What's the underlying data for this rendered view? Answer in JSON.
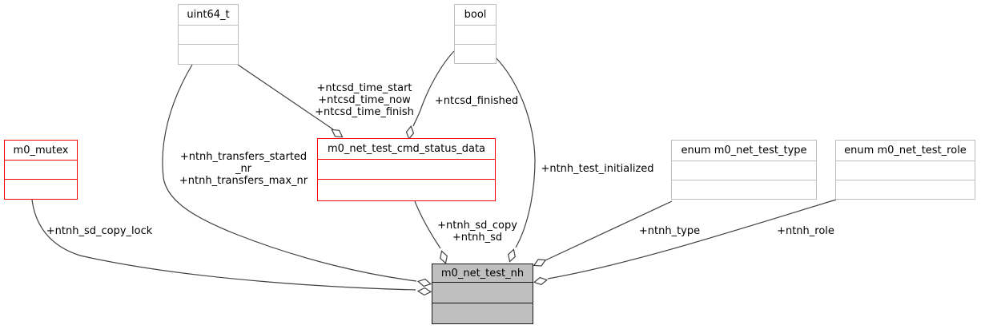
{
  "diagram": {
    "title": "m0_net_test_nh collaboration diagram",
    "colors": {
      "edge": "#404040",
      "undocumented_border": "#bebebe",
      "documented_border": "#f40000",
      "current_node_fill": "#bfbfbf",
      "current_node_border": "#1a1a1a",
      "background": "#ffffff",
      "text": "#000000"
    },
    "nodes": [
      {
        "id": "uint64_t",
        "label": "uint64_t"
      },
      {
        "id": "bool",
        "label": "bool"
      },
      {
        "id": "m0_mutex",
        "label": "m0_mutex"
      },
      {
        "id": "cmd_status",
        "label": "m0_net_test_cmd_status_data"
      },
      {
        "id": "enum_type",
        "label": "enum m0_net_test_type"
      },
      {
        "id": "enum_role",
        "label": "enum m0_net_test_role"
      },
      {
        "id": "nh",
        "label": "m0_net_test_nh"
      }
    ],
    "edge_labels": [
      {
        "id": "ntcsd_times",
        "text": "+ntcsd_time_start\n+ntcsd_time_now\n+ntcsd_time_finish"
      },
      {
        "id": "ntcsd_finished",
        "text": "+ntcsd_finished"
      },
      {
        "id": "ntnh_transfers",
        "text": "+ntnh_transfers_started\n_nr\n+ntnh_transfers_max_nr"
      },
      {
        "id": "ntnh_test_initialized",
        "text": "+ntnh_test_initialized"
      },
      {
        "id": "ntnh_sd_copy_lock",
        "text": "+ntnh_sd_copy_lock"
      },
      {
        "id": "ntnh_sd",
        "text": "+ntnh_sd_copy\n+ntnh_sd"
      },
      {
        "id": "ntnh_type",
        "text": "+ntnh_type"
      },
      {
        "id": "ntnh_role",
        "text": "+ntnh_role"
      }
    ]
  }
}
